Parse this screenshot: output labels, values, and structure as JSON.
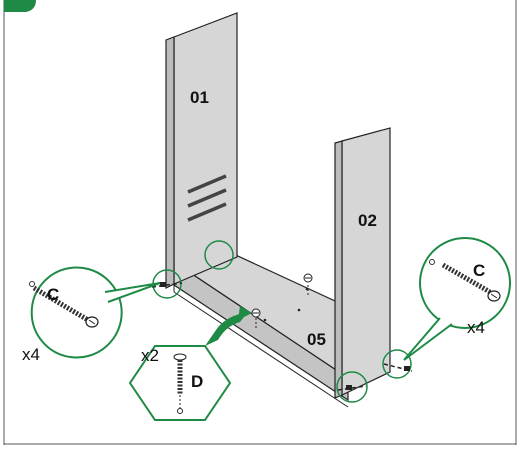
{
  "panels": {
    "left": "01",
    "right": "02",
    "bottom": "05"
  },
  "callouts": {
    "left_screw": {
      "letter": "C",
      "qty": "x4"
    },
    "right_screw": {
      "letter": "C",
      "qty": "x4"
    },
    "dowel": {
      "letter": "D",
      "qty": "x2"
    }
  },
  "colors": {
    "accent_green": "#1f8a46",
    "panel_gray": "#d6d6d6",
    "outline": "#222222"
  }
}
